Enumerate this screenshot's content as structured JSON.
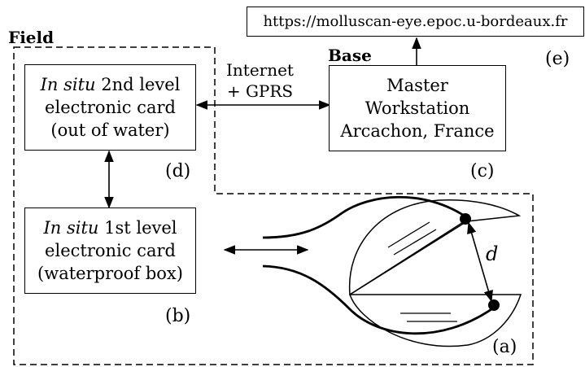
{
  "regions": {
    "field_label": "Field",
    "base_label": "Base"
  },
  "url": {
    "text": "https://molluscan-eye.epoc.u-bordeaux.fr",
    "tag": "(e)"
  },
  "master": {
    "lines": [
      "Master",
      "Workstation",
      "Arcachon, France"
    ],
    "tag": "(c)"
  },
  "card2": {
    "italic_prefix": "In situ",
    "line1_rest": " 2nd level",
    "line2": "electronic card",
    "line3": "(out of water)",
    "tag": "(d)"
  },
  "card1": {
    "italic_prefix": "In situ",
    "line1_rest": " 1st level",
    "line2": "electronic card",
    "line3": "(waterproof box)",
    "tag": "(b)"
  },
  "link": {
    "line1": "Internet",
    "line2": "+ GPRS"
  },
  "mollusc": {
    "distance_symbol": "d",
    "tag": "(a)"
  }
}
